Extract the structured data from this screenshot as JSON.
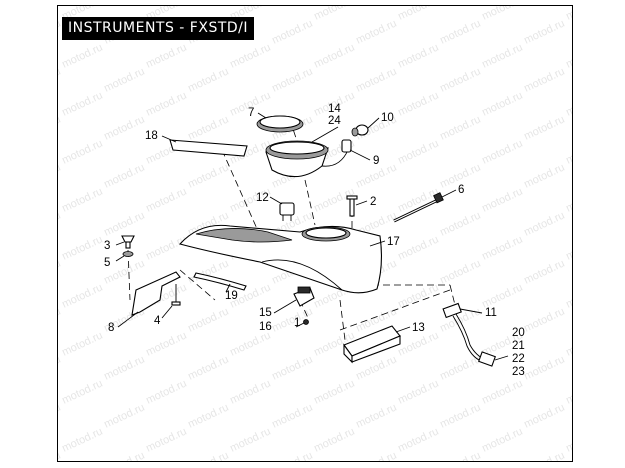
{
  "title": "INSTRUMENTS - FXSTD/I",
  "watermark": "motod.ru",
  "labels": {
    "p1": "1",
    "p2": "2",
    "p3": "3",
    "p4": "4",
    "p5": "5",
    "p6": "6",
    "p7": "7",
    "p8": "8",
    "p9": "9",
    "p10": "10",
    "p11": "11",
    "p12": "12",
    "p13": "13",
    "p14": "14",
    "p15": "15",
    "p16": "16",
    "p17": "17",
    "p18": "18",
    "p19": "19",
    "p20": "20",
    "p21": "21",
    "p22": "22",
    "p23": "23",
    "p24": "24"
  }
}
